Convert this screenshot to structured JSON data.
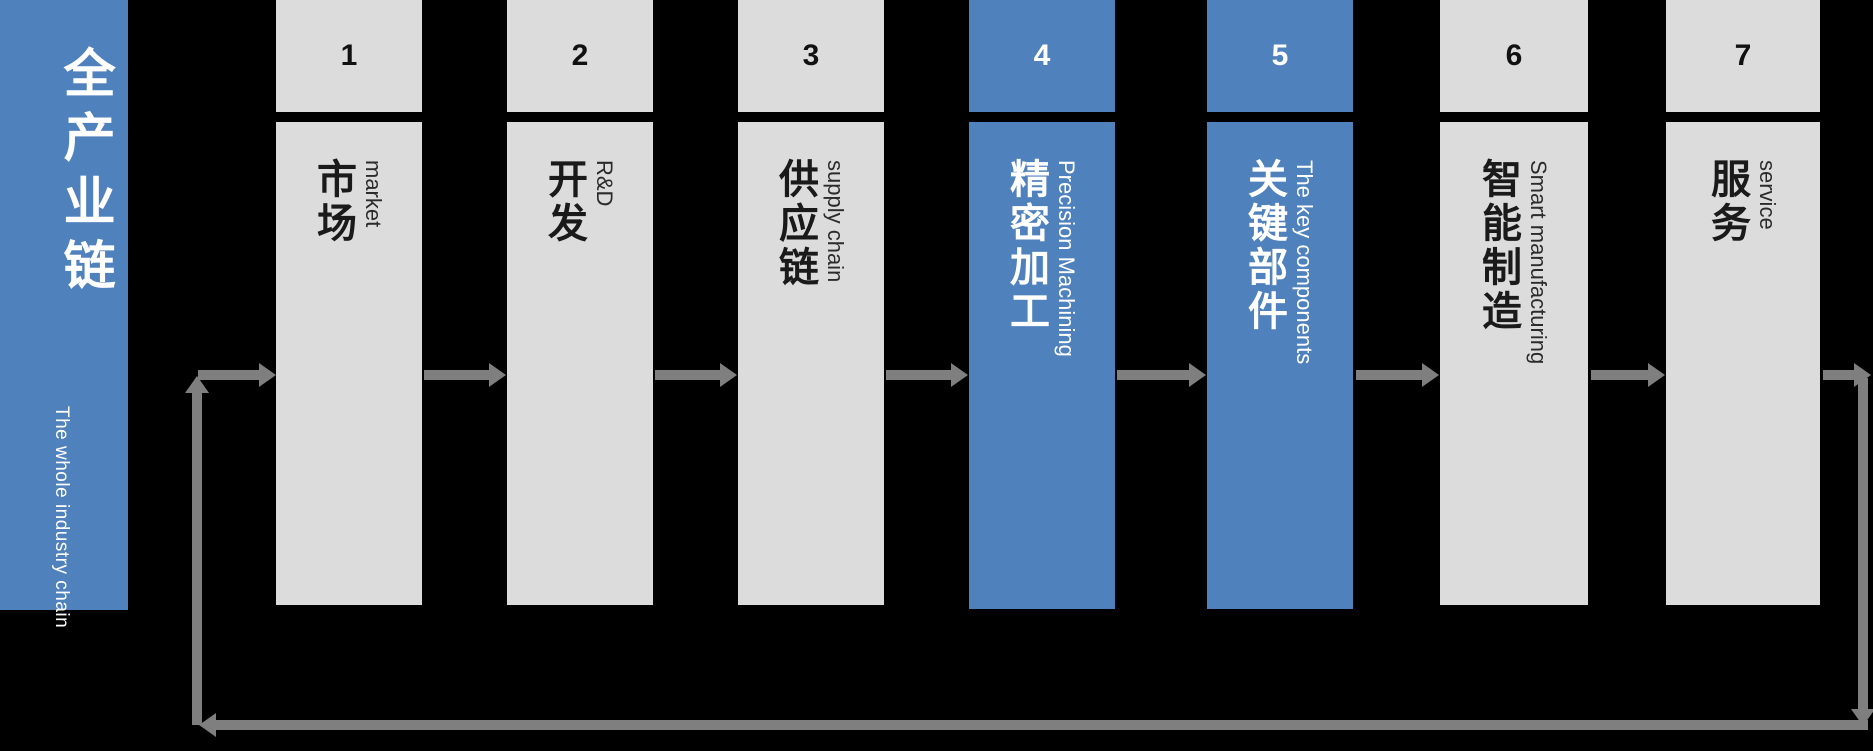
{
  "diagram": {
    "background_color": "#000000",
    "accent_color": "#4f81bd",
    "box_color": "#dcdcdc",
    "arrow_color": "#7f7f7f",
    "banner": {
      "title_cn": "全产业链",
      "title_en": "The whole industry chain"
    },
    "stages": [
      {
        "number": "1",
        "label_cn": "市场",
        "label_en": "market",
        "highlighted": false
      },
      {
        "number": "2",
        "label_cn": "开发",
        "label_en": "R&D",
        "highlighted": false
      },
      {
        "number": "3",
        "label_cn": "供应链",
        "label_en": "supply chain",
        "highlighted": false
      },
      {
        "number": "4",
        "label_cn": "精密加工",
        "label_en": "Precision Machining",
        "highlighted": true
      },
      {
        "number": "5",
        "label_cn": "关键部件",
        "label_en": "The key components",
        "highlighted": true
      },
      {
        "number": "6",
        "label_cn": "智能制造",
        "label_en": "Smart manufacturing",
        "highlighted": false
      },
      {
        "number": "7",
        "label_cn": "服务",
        "label_en": "service",
        "highlighted": false
      }
    ],
    "flow": {
      "direction": "left-to-right",
      "feedback_loop": "service back to market"
    }
  }
}
